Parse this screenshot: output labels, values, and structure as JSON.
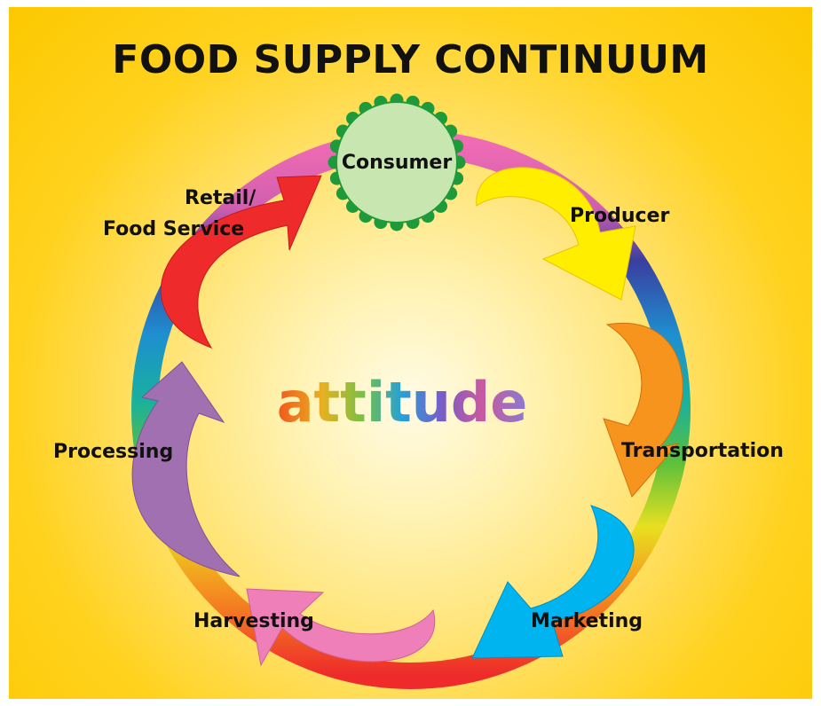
{
  "title": "FOOD SUPPLY CONTINUUM",
  "center_word": "attitude",
  "hub": {
    "label": "Consumer",
    "fill": "#c8e6b0",
    "scallop": "#1f9a3a"
  },
  "stages": [
    {
      "label": "Producer",
      "arrow_color": "#ffee00"
    },
    {
      "label": "Transportation",
      "arrow_color": "#f7941d"
    },
    {
      "label": "Marketing",
      "arrow_color": "#00b4f0"
    },
    {
      "label": "Harvesting",
      "arrow_color": "#ef7fb8"
    },
    {
      "label": "Processing",
      "arrow_color": "#a070b0"
    },
    {
      "label_line1": "Retail/",
      "label_line2": "Food Service",
      "arrow_color": "#ee2a2a"
    }
  ],
  "background": "#ffd21e"
}
